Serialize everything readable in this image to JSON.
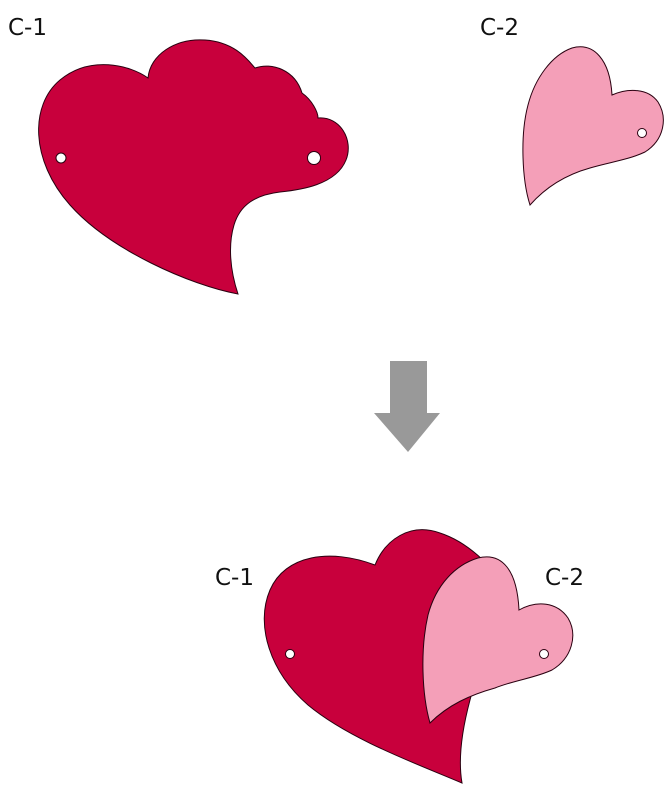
{
  "parts": {
    "c1": {
      "label": "C-1",
      "color": "#c8003c"
    },
    "c2": {
      "label": "C-2",
      "color": "#f49fb8"
    }
  },
  "assembled": {
    "c1_label": "C-1",
    "c2_label": "C-2"
  },
  "arrow": {
    "color": "#999999",
    "direction": "down"
  },
  "outline_color": "#2a0010",
  "hole_color": "#ffffff"
}
